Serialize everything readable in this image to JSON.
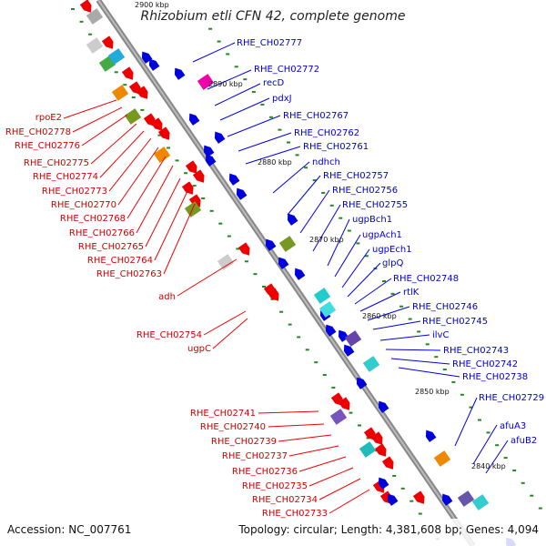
{
  "title": "Rhizobium etli CFN 42, complete genome",
  "top_tick_partial": "2900 kbp",
  "accession": "Accession: NC_007761",
  "summary": "Topology: circular; Length: 4,381,608 bp; Genes: 4,094",
  "colors": {
    "forward": "#ee0000",
    "reverse": "#0000dd",
    "backbone": "#999999",
    "tick_dash": "#228822"
  },
  "ticks": [
    "2890 kbp",
    "2880 kbp",
    "2870 kbp",
    "2860 kbp",
    "2850 kbp",
    "2840 kbp"
  ],
  "forward_labels": [
    "rpoE2",
    "RHE_CH02778",
    "RHE_CH02776",
    "RHE_CH02775",
    "RHE_CH02774",
    "RHE_CH02773",
    "RHE_CH02770",
    "RHE_CH02768",
    "RHE_CH02766",
    "RHE_CH02765",
    "RHE_CH02764",
    "RHE_CH02763",
    "adh",
    "RHE_CH02754",
    "ugpC",
    "RHE_CH02741",
    "RHE_CH02740",
    "RHE_CH02739",
    "RHE_CH02737",
    "RHE_CH02736",
    "RHE_CH02735",
    "RHE_CH02734",
    "RHE_CH02733"
  ],
  "reverse_labels": [
    "RHE_CH02777",
    "RHE_CH02772",
    "recD",
    "pdxJ",
    "RHE_CH02767",
    "RHE_CH02762",
    "RHE_CH02761",
    "ndhch",
    "RHE_CH02757",
    "RHE_CH02756",
    "RHE_CH02755",
    "ugpBch1",
    "ugpAch1",
    "ugpEch1",
    "glpQ",
    "RHE_CH02748",
    "rtlK",
    "RHE_CH02746",
    "RHE_CH02745",
    "ilvC",
    "RHE_CH02743",
    "RHE_CH02742",
    "RHE_CH02738",
    "RHE_CH02729",
    "afuA3",
    "afuB2"
  ]
}
